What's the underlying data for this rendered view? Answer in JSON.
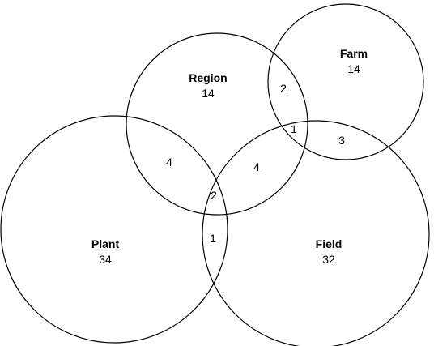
{
  "diagram": {
    "sets": [
      {
        "id": "region",
        "name": "Region",
        "count": "14"
      },
      {
        "id": "farm",
        "name": "Farm",
        "count": "14"
      },
      {
        "id": "plant",
        "name": "Plant",
        "count": "34"
      },
      {
        "id": "field",
        "name": "Field",
        "count": "32"
      }
    ],
    "intersections": [
      {
        "id": "region-farm",
        "count": "2"
      },
      {
        "id": "region-farm-field",
        "count": "1"
      },
      {
        "id": "farm-field",
        "count": "3"
      },
      {
        "id": "region-plant",
        "count": "4"
      },
      {
        "id": "region-field",
        "count": "4"
      },
      {
        "id": "region-plant-field",
        "count": "2"
      },
      {
        "id": "plant-field",
        "count": "1"
      }
    ],
    "colors": {
      "stroke": "#000000",
      "background": "#ffffff",
      "text": "#000000"
    }
  }
}
